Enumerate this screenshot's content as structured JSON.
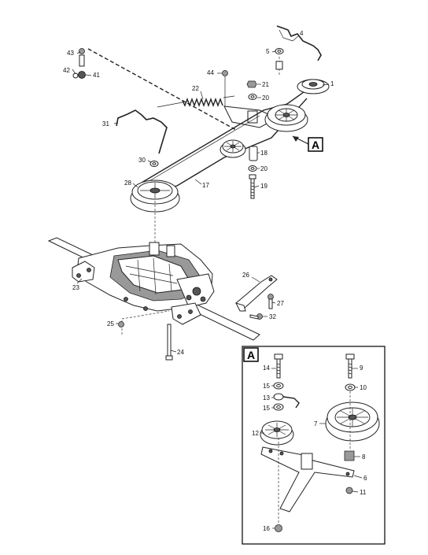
{
  "callouts": {
    "p1": "1",
    "p4": "4",
    "p5": "5",
    "p17": "17",
    "p18": "18",
    "p19": "19",
    "p20a": "20",
    "p20b": "20",
    "p21": "21",
    "p22": "22",
    "p23": "23",
    "p24": "24",
    "p25": "25",
    "p26": "26",
    "p27": "27",
    "p28": "28",
    "p30": "30",
    "p31": "31",
    "p32": "32",
    "p41": "41",
    "p42": "42",
    "p43": "43",
    "p44": "44"
  },
  "detail_ref": "A",
  "inset": {
    "title": "A",
    "callouts": {
      "p6": "6",
      "p7": "7",
      "p8": "8",
      "p9": "9",
      "p10": "10",
      "p11": "11",
      "p12": "12",
      "p13": "13",
      "p14": "14",
      "p15a": "15",
      "p15b": "15",
      "p16": "16"
    }
  }
}
